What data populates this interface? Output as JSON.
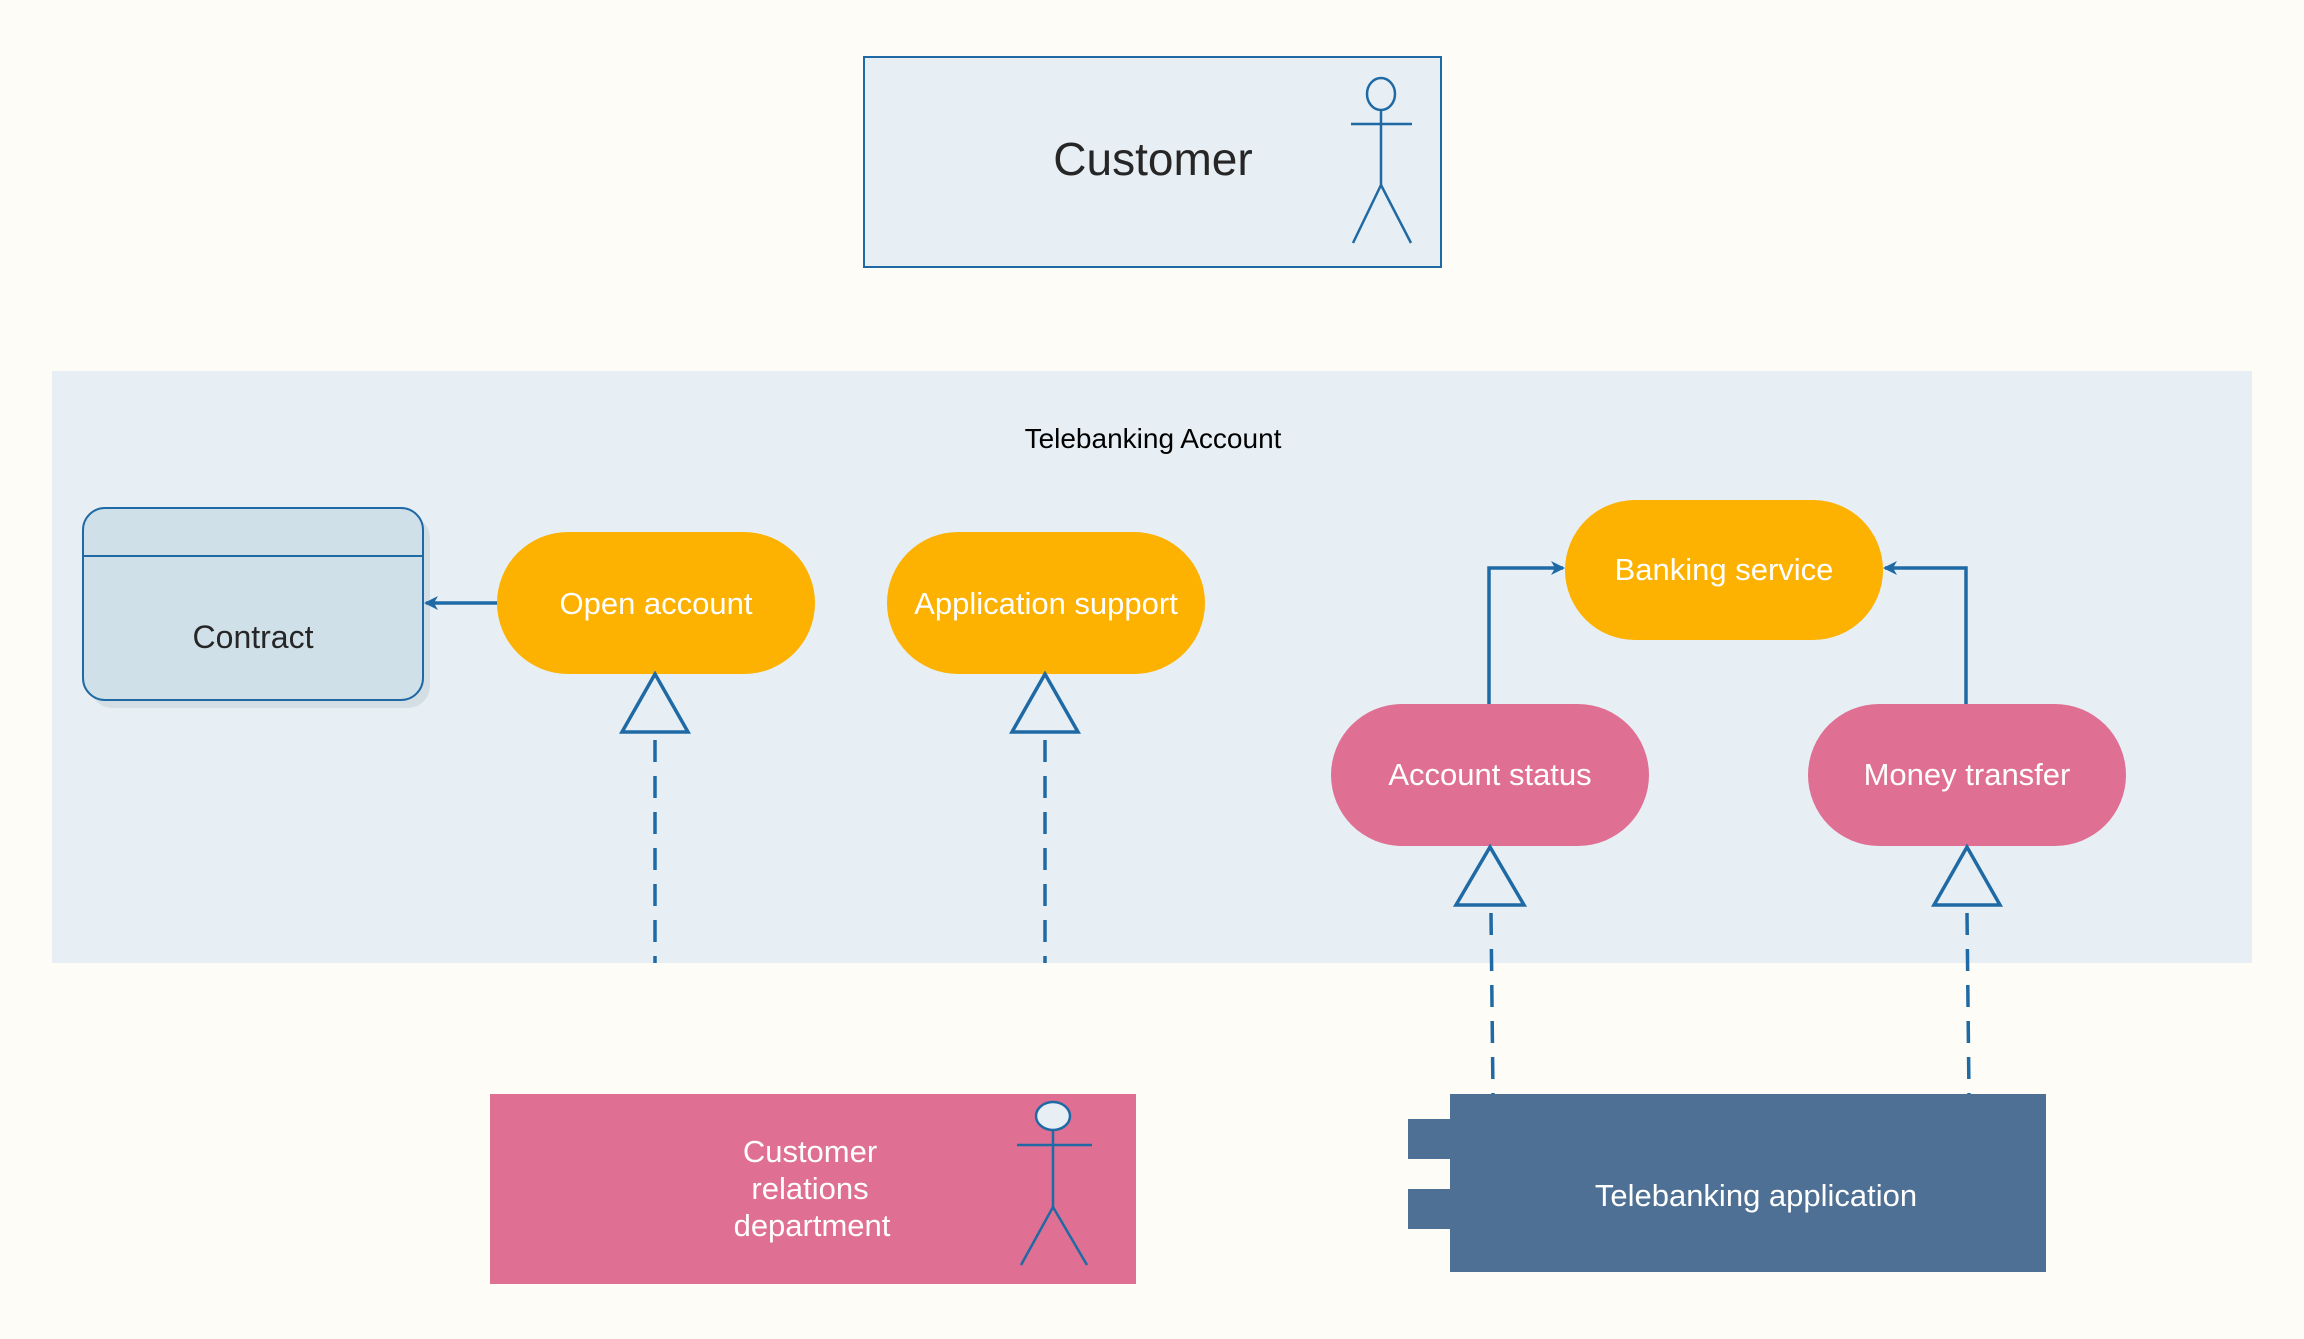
{
  "diagram": {
    "customer": {
      "label": "Customer"
    },
    "boundary": {
      "label": "Telebanking Account"
    },
    "contract": {
      "label": "Contract"
    },
    "services": {
      "open_account": {
        "label": "Open account"
      },
      "application_support": {
        "label": "Application support"
      },
      "banking_service": {
        "label": "Banking service"
      },
      "account_status": {
        "label": "Account status"
      },
      "money_transfer": {
        "label": "Money transfer"
      }
    },
    "customer_relations": {
      "label_lines": [
        "Customer",
        "relations",
        "department"
      ]
    },
    "telebanking_app": {
      "label": "Telebanking application"
    }
  },
  "colors": {
    "background": "#fdfcf7",
    "boundary_fill": "#e7eff4",
    "stroke_blue": "#1f6aa5",
    "orange": "#fdb100",
    "pink": "#df7093",
    "slate_blue": "#4f7095",
    "contract_fill": "#cfe0e8",
    "text_dark": "#262626",
    "text_white": "#ffffff"
  }
}
